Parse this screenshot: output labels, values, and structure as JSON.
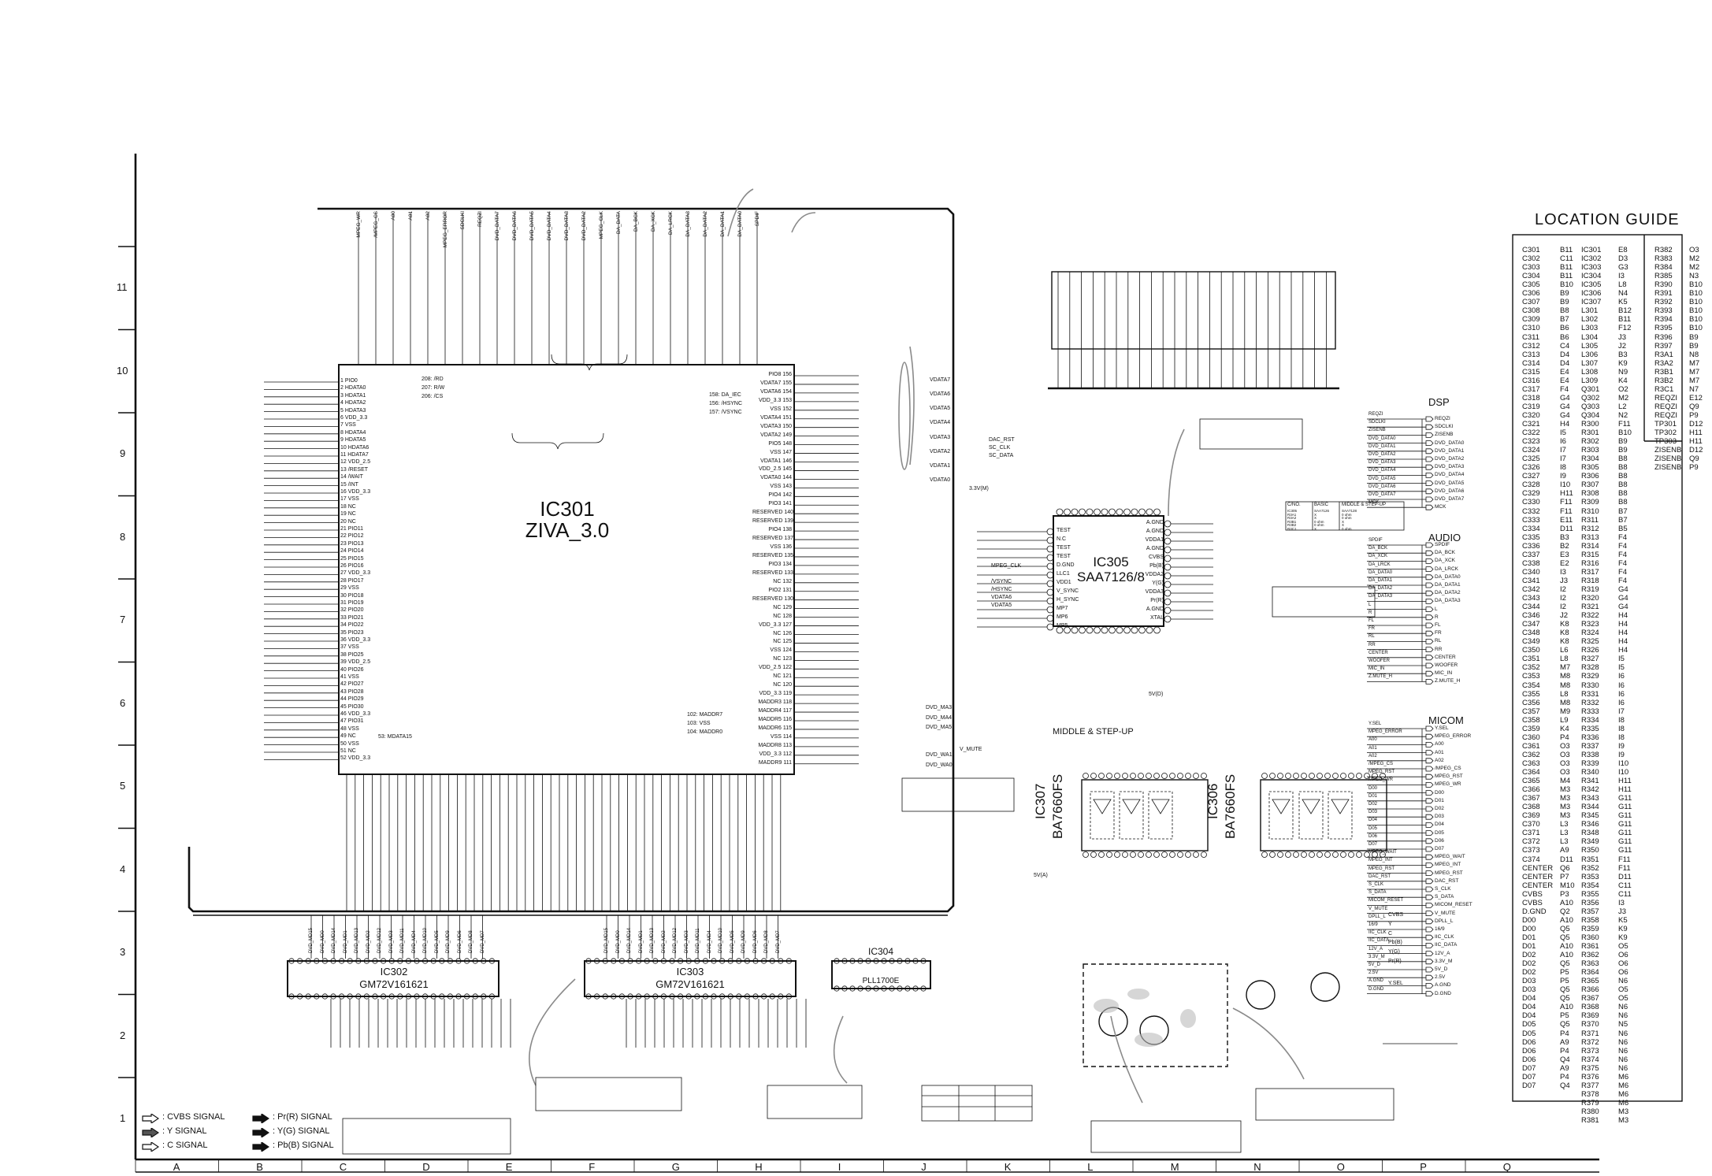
{
  "location_guide": {
    "title": "LOCATION GUIDE",
    "columns": [
      [
        [
          "C301",
          "B11"
        ],
        [
          "C302",
          "C11"
        ],
        [
          "C303",
          "B11"
        ],
        [
          "C304",
          "B11"
        ],
        [
          "C305",
          "B10"
        ],
        [
          "C306",
          "B9"
        ],
        [
          "C307",
          "B9"
        ],
        [
          "C308",
          "B8"
        ],
        [
          "C309",
          "B7"
        ],
        [
          "C310",
          "B6"
        ],
        [
          "C311",
          "B6"
        ],
        [
          "C312",
          "C4"
        ],
        [
          "C313",
          "D4"
        ],
        [
          "C314",
          "D4"
        ],
        [
          "C315",
          "E4"
        ],
        [
          "C316",
          "E4"
        ],
        [
          "C317",
          "F4"
        ],
        [
          "C318",
          "G4"
        ],
        [
          "C319",
          "G4"
        ],
        [
          "C320",
          "G4"
        ],
        [
          "C321",
          "H4"
        ],
        [
          "C322",
          "I5"
        ],
        [
          "C323",
          "I6"
        ],
        [
          "C324",
          "I7"
        ],
        [
          "C325",
          "I7"
        ],
        [
          "C326",
          "I8"
        ],
        [
          "C327",
          "I9"
        ],
        [
          "C328",
          "I10"
        ],
        [
          "C329",
          "H11"
        ],
        [
          "C330",
          "F11"
        ],
        [
          "C332",
          "F11"
        ],
        [
          "C333",
          "E11"
        ],
        [
          "C334",
          "D11"
        ],
        [
          "C335",
          "B3"
        ],
        [
          "C336",
          "B2"
        ],
        [
          "C337",
          "E3"
        ],
        [
          "C338",
          "E2"
        ],
        [
          "C340",
          "I3"
        ],
        [
          "C341",
          "J3"
        ],
        [
          "C342",
          "I2"
        ],
        [
          "C343",
          "I2"
        ],
        [
          "C344",
          "I2"
        ],
        [
          "C346",
          "J2"
        ],
        [
          "C347",
          "K8"
        ],
        [
          "C348",
          "K8"
        ],
        [
          "C349",
          "K8"
        ],
        [
          "C350",
          "L6"
        ],
        [
          "C351",
          "L8"
        ],
        [
          "C352",
          "M7"
        ],
        [
          "C353",
          "M8"
        ],
        [
          "C354",
          "M8"
        ],
        [
          "C355",
          "L8"
        ],
        [
          "C356",
          "M8"
        ],
        [
          "C357",
          "M9"
        ],
        [
          "C358",
          "L9"
        ],
        [
          "C359",
          "K4"
        ],
        [
          "C360",
          "P4"
        ],
        [
          "C361",
          "O3"
        ],
        [
          "C362",
          "O3"
        ],
        [
          "C363",
          "O3"
        ],
        [
          "C364",
          "O3"
        ],
        [
          "C365",
          "M4"
        ],
        [
          "C366",
          "M3"
        ],
        [
          "C367",
          "M3"
        ],
        [
          "C368",
          "M3"
        ],
        [
          "C369",
          "M3"
        ],
        [
          "C370",
          "L3"
        ],
        [
          "C371",
          "L3"
        ],
        [
          "C372",
          "L3"
        ],
        [
          "C373",
          "A9"
        ],
        [
          "C374",
          "D11"
        ],
        [
          "CENTER",
          "Q6"
        ],
        [
          "CENTER",
          "P7"
        ],
        [
          "CENTER",
          "M10"
        ],
        [
          "CVBS",
          "P3"
        ],
        [
          "CVBS",
          "A10"
        ],
        [
          "D.GND",
          "Q2"
        ],
        [
          "D00",
          "A10"
        ],
        [
          "D00",
          "Q5"
        ],
        [
          "D01",
          "Q5"
        ],
        [
          "D01",
          "A10"
        ],
        [
          "D02",
          "A10"
        ],
        [
          "D02",
          "Q5"
        ],
        [
          "D02",
          "P5"
        ],
        [
          "D03",
          "P5"
        ],
        [
          "D03",
          "Q5"
        ],
        [
          "D04",
          "Q5"
        ],
        [
          "D04",
          "A10"
        ],
        [
          "D04",
          "P5"
        ],
        [
          "D05",
          "Q5"
        ],
        [
          "D05",
          "P4"
        ],
        [
          "D06",
          "A9"
        ],
        [
          "D06",
          "P4"
        ],
        [
          "D06",
          "Q4"
        ],
        [
          "D07",
          "A9"
        ],
        [
          "D07",
          "P4"
        ],
        [
          "D07",
          "Q4"
        ]
      ],
      [
        [
          "IC301",
          "E8"
        ],
        [
          "IC302",
          "D3"
        ],
        [
          "IC303",
          "G3"
        ],
        [
          "IC304",
          "I3"
        ],
        [
          "IC305",
          "L8"
        ],
        [
          "IC306",
          "N4"
        ],
        [
          "IC307",
          "K5"
        ],
        [
          "L301",
          "B12"
        ],
        [
          "L302",
          "B11"
        ],
        [
          "L303",
          "F12"
        ],
        [
          "L304",
          "J3"
        ],
        [
          "L305",
          "J2"
        ],
        [
          "L306",
          "B3"
        ],
        [
          "L307",
          "K9"
        ],
        [
          "L308",
          "N9"
        ],
        [
          "L309",
          "K4"
        ],
        [
          "Q301",
          "O2"
        ],
        [
          "Q302",
          "M2"
        ],
        [
          "Q303",
          "L2"
        ],
        [
          "Q304",
          "N2"
        ],
        [
          "R300",
          "F11"
        ],
        [
          "R301",
          "B10"
        ],
        [
          "R302",
          "B9"
        ],
        [
          "R303",
          "B9"
        ],
        [
          "R304",
          "B8"
        ],
        [
          "R305",
          "B8"
        ],
        [
          "R306",
          "B8"
        ],
        [
          "R307",
          "B8"
        ],
        [
          "R308",
          "B8"
        ],
        [
          "R309",
          "B8"
        ],
        [
          "R310",
          "B7"
        ],
        [
          "R311",
          "B7"
        ],
        [
          "R312",
          "B5"
        ],
        [
          "R313",
          "F4"
        ],
        [
          "R314",
          "F4"
        ],
        [
          "R315",
          "F4"
        ],
        [
          "R316",
          "F4"
        ],
        [
          "R317",
          "F4"
        ],
        [
          "R318",
          "F4"
        ],
        [
          "R319",
          "G4"
        ],
        [
          "R320",
          "G4"
        ],
        [
          "R321",
          "G4"
        ],
        [
          "R322",
          "H4"
        ],
        [
          "R323",
          "H4"
        ],
        [
          "R324",
          "H4"
        ],
        [
          "R325",
          "H4"
        ],
        [
          "R326",
          "H4"
        ],
        [
          "R327",
          "I5"
        ],
        [
          "R328",
          "I5"
        ],
        [
          "R329",
          "I6"
        ],
        [
          "R330",
          "I6"
        ],
        [
          "R331",
          "I6"
        ],
        [
          "R332",
          "I6"
        ],
        [
          "R333",
          "I7"
        ],
        [
          "R334",
          "I8"
        ],
        [
          "R335",
          "I8"
        ],
        [
          "R336",
          "I8"
        ],
        [
          "R337",
          "I9"
        ],
        [
          "R338",
          "I9"
        ],
        [
          "R339",
          "I10"
        ],
        [
          "R340",
          "I10"
        ],
        [
          "R341",
          "H11"
        ],
        [
          "R342",
          "H11"
        ],
        [
          "R343",
          "G11"
        ],
        [
          "R344",
          "G11"
        ],
        [
          "R345",
          "G11"
        ],
        [
          "R346",
          "G11"
        ],
        [
          "R348",
          "G11"
        ],
        [
          "R349",
          "G11"
        ],
        [
          "R350",
          "G11"
        ],
        [
          "R351",
          "F11"
        ],
        [
          "R352",
          "F11"
        ],
        [
          "R353",
          "D11"
        ],
        [
          "R354",
          "C11"
        ],
        [
          "R355",
          "C11"
        ],
        [
          "R356",
          "I3"
        ],
        [
          "R357",
          "J3"
        ],
        [
          "R358",
          "K5"
        ],
        [
          "R359",
          "K9"
        ],
        [
          "R360",
          "K9"
        ],
        [
          "R361",
          "O5"
        ],
        [
          "R362",
          "O6"
        ],
        [
          "R363",
          "O6"
        ],
        [
          "R364",
          "O6"
        ],
        [
          "R365",
          "N6"
        ],
        [
          "R366",
          "O5"
        ],
        [
          "R367",
          "O5"
        ],
        [
          "R368",
          "N6"
        ],
        [
          "R369",
          "N6"
        ],
        [
          "R370",
          "N5"
        ],
        [
          "R371",
          "N6"
        ],
        [
          "R372",
          "N6"
        ],
        [
          "R373",
          "N6"
        ],
        [
          "R374",
          "N6"
        ],
        [
          "R375",
          "N6"
        ],
        [
          "R376",
          "M6"
        ],
        [
          "R377",
          "M6"
        ],
        [
          "R378",
          "M6"
        ],
        [
          "R379",
          "M6"
        ],
        [
          "R380",
          "M3"
        ],
        [
          "R381",
          "M3"
        ]
      ],
      [
        [
          "R382",
          "O3"
        ],
        [
          "R383",
          "M2"
        ],
        [
          "R384",
          "M2"
        ],
        [
          "R385",
          "N3"
        ],
        [
          "R390",
          "B10"
        ],
        [
          "R391",
          "B10"
        ],
        [
          "R392",
          "B10"
        ],
        [
          "R393",
          "B10"
        ],
        [
          "R394",
          "B10"
        ],
        [
          "R395",
          "B10"
        ],
        [
          "R396",
          "B9"
        ],
        [
          "R397",
          "B9"
        ],
        [
          "R3A1",
          "N8"
        ],
        [
          "R3A2",
          "M7"
        ],
        [
          "R3B1",
          "M7"
        ],
        [
          "R3B2",
          "M7"
        ],
        [
          "R3C1",
          "N7"
        ],
        [
          "REQZI",
          "E12"
        ],
        [
          "REQZI",
          "Q9"
        ],
        [
          "REQZI",
          "P9"
        ],
        [
          "TP301",
          "D12"
        ],
        [
          "TP302",
          "H11"
        ],
        [
          "TP303",
          "H11"
        ],
        [
          "ZISENB",
          "D12"
        ],
        [
          "ZISENB",
          "Q9"
        ],
        [
          "ZISENB",
          "P9"
        ]
      ]
    ]
  },
  "ics": {
    "ic301": {
      "ref": "IC301",
      "part": "ZIVA_3.0"
    },
    "ic302": {
      "ref": "IC302",
      "part": "GM72V161621"
    },
    "ic303": {
      "ref": "IC303",
      "part": "GM72V161621"
    },
    "ic304": {
      "ref": "IC304",
      "part": "PLL1700E"
    },
    "ic305": {
      "ref": "IC305",
      "part": "SAA7126/8"
    },
    "ic306": {
      "ref": "IC306",
      "part": "BA7660FS"
    },
    "ic307": {
      "ref": "IC307",
      "part": "BA7660FS"
    }
  },
  "connector_groups": {
    "dsp": {
      "title": "DSP",
      "pins": [
        "REQZI",
        "SDCLKI",
        "ZISENB",
        "DVD_DATA0",
        "DVD_DATA1",
        "DVD_DATA2",
        "DVD_DATA3",
        "DVD_DATA4",
        "DVD_DATA5",
        "DVD_DATA6",
        "DVD_DATA7",
        "MCK"
      ]
    },
    "audio": {
      "title": "AUDIO",
      "pins": [
        "SPDIF",
        "DA_BCK",
        "DA_XCK",
        "DA_LRCK",
        "DA_DATA0",
        "DA_DATA1",
        "DA_DATA2",
        "DA_DATA3",
        "L",
        "R",
        "FL",
        "FR",
        "RL",
        "RR",
        "CENTER",
        "WOOFER",
        "MIC_IN",
        "Z.MUTE_H"
      ]
    },
    "micom": {
      "title": "MICOM",
      "pins": [
        "Y.SEL",
        "MPEG_ERROR",
        "A00",
        "A01",
        "A02",
        "/MPEG_CS",
        "MPEG_RST",
        "MPEG_WR",
        "D00",
        "D01",
        "D02",
        "D03",
        "D04",
        "D05",
        "D06",
        "D07",
        "MPEG_WAIT",
        "MPEG_INT",
        "MPEG_RST",
        "DAC_RST",
        "S_CLK",
        "S_DATA",
        "MICOM_RESET",
        "V_MUTE",
        "DPLL_L",
        "16/9",
        "IIC_CLK",
        "IIC_DATA",
        "12V_A",
        "3.3V_M",
        "5V_D",
        "2.5V",
        "A.GND",
        "D.GND"
      ]
    }
  },
  "grid": {
    "columns": [
      "A",
      "B",
      "C",
      "D",
      "E",
      "F",
      "G",
      "H",
      "I",
      "J",
      "K",
      "L",
      "M",
      "N",
      "O",
      "P",
      "Q"
    ],
    "rows": [
      "11",
      "10",
      "9",
      "8",
      "7",
      "6",
      "5",
      "4",
      "3",
      "2",
      "1"
    ]
  },
  "signal_legend": [
    {
      "label": ": CVBS SIGNAL",
      "icon": "hollow-arrow-icon"
    },
    {
      "label": ": Y SIGNAL",
      "icon": "half-arrow-icon"
    },
    {
      "label": ": C SIGNAL",
      "icon": "split-arrow-icon"
    },
    {
      "label": ": Pr(R) SIGNAL",
      "icon": "solid-arrow-icon"
    },
    {
      "label": ": Y(G) SIGNAL",
      "icon": "solid-arrow-icon"
    },
    {
      "label": ": Pb(B) SIGNAL",
      "icon": "solid-arrow-icon"
    }
  ],
  "option_table": {
    "headers": [
      "C/NO.",
      "BASIC",
      "MIDDLE & STEP-UP"
    ],
    "rows": [
      [
        "IC305",
        "SAA7126",
        "SAA7128"
      ],
      [
        "R3A1",
        "X",
        "0 ohm"
      ],
      [
        "R3A2",
        "X",
        "0 ohm"
      ],
      [
        "R3B1",
        "0 ohm",
        "X"
      ],
      [
        "R3B2",
        "0 ohm",
        "X"
      ],
      [
        "R3C1",
        "X",
        "0 ohm"
      ]
    ]
  },
  "labels": {
    "middle_stepup": "MIDDLE & STEP-UP",
    "ic301_left_pins": [
      "PIO0",
      "HDATA0",
      "HDATA1",
      "HDATA2",
      "HDATA3",
      "VDD_3.3",
      "VSS",
      "HDATA4",
      "HDATA5",
      "HDATA6",
      "HDATA7",
      "VDD_2.5",
      "/RESET",
      "/WAIT",
      "/INT",
      "VDD_3.3",
      "VSS",
      "NC",
      "NC",
      "NC",
      "PIO11",
      "PIO12",
      "PIO13",
      "PIO14",
      "PIO15",
      "PIO16",
      "VDD_3.3",
      "PIO17",
      "VSS",
      "PIO18",
      "PIO19",
      "PIO20",
      "PIO21",
      "PIO22",
      "PIO23",
      "VDD_3.3",
      "VSS",
      "PIO25",
      "VDD_2.5",
      "PIO26",
      "VSS",
      "PIO27",
      "PIO28",
      "PIO29",
      "PIO30",
      "VDD_3.3",
      "PIO31",
      "VSS",
      "NC",
      "VSS",
      "NC",
      "VDD_3.3"
    ],
    "ic301_right_pins": [
      "PIO8",
      "VDATA7",
      "VDATA6",
      "VDD_3.3",
      "VSS",
      "VDATA4",
      "VDATA3",
      "VDATA2",
      "PIO5",
      "VSS",
      "VDATA1",
      "VDD_2.5",
      "VDATA0",
      "VSS",
      "PIO4",
      "PIO3",
      "RESERVED",
      "RESERVED",
      "PIO4",
      "RESERVED",
      "VSS",
      "RESERVED",
      "PIO3",
      "RESERVED",
      "NC",
      "PIO2",
      "RESERVED",
      "NC",
      "NC",
      "VDD_3.3",
      "NC",
      "NC",
      "VSS",
      "NC",
      "VDD_2.5",
      "NC",
      "NC",
      "VDD_3.3",
      "MADDR3",
      "MADDR4",
      "MADDR5",
      "MADDR6",
      "VSS",
      "MADDR8",
      "VDD_3.3",
      "MADDR9"
    ],
    "ic305_left_pins": [
      "TEST",
      "N.C",
      "TEST",
      "TEST",
      "D.GND",
      "LLC1",
      "VDD1",
      "V_SYNC",
      "H_SYNC",
      "MP7",
      "MP6",
      "MP5"
    ],
    "ic305_right_pins": [
      "A.GND",
      "A.GND",
      "VDDA1",
      "A.GND",
      "CVBS",
      "Pb(B)",
      "VDDA2",
      "Y(G)",
      "VDDA3",
      "Pr(R)",
      "A.GND",
      "XTAL"
    ],
    "net_labels": [
      "VDATA7",
      "VDATA6",
      "VDATA5",
      "VDATA4",
      "VDATA3",
      "VDATA2",
      "VDATA1",
      "VDATA0",
      "DAC_RST",
      "SC_CLK",
      "SC_DATA",
      "MPEG_CLK",
      "/VSYNC",
      "/HSYNC",
      "VDATA6",
      "VDATA5",
      "DVD_MA3",
      "DVD_MA4",
      "DVD_MA5",
      "DVD_WA1",
      "DVD_WA0",
      "V_MUTE",
      "3.3V(M)",
      "5V(A)",
      "5V(D)",
      "CVBS",
      "Y",
      "C",
      "Pb(B)",
      "Y(G)",
      "Pr(R)",
      "Y.SEL"
    ],
    "ic301_top_pins": [
      "MPEG_WR",
      "/MPEG_CS",
      "A00",
      "A01",
      "A02",
      "MPEG_ERROR",
      "SDCLKI",
      "REQZI",
      "DVD_DATA7",
      "DVD_DATA6",
      "DVD_DATA5",
      "DVD_DATA4",
      "DVD_DATA3",
      "DVD_DATA2",
      "MPEG_CLK",
      "DA_DATA",
      "DA_BCK",
      "DA_XCK",
      "DA_LRCK",
      "DA_DATA3",
      "DA_DATA2",
      "DA_DATA1",
      "DA_DATA0",
      "SPDIF"
    ],
    "dvd_bus": [
      "DVD_MD15",
      "DVD_MD0",
      "DVD_MD14",
      "DVD_MD1",
      "DVD_MD13",
      "DVD_MD2",
      "DVD_MD12",
      "DVD_MD3",
      "DVD_MD11",
      "DVD_MD4",
      "DVD_MD10",
      "DVD_MD5",
      "DVD_MD9",
      "DVD_MD6",
      "DVD_MD8",
      "DVD_MD7"
    ],
    "ic301_notes": [
      "208: /RD",
      "207: R/W",
      "206: /CS",
      "158: DA_IEC",
      "156: /HSYNC",
      "157: /VSYNC",
      "102: MADDR7",
      "103: VSS",
      "104: MADDR0",
      "53: MDATA15"
    ]
  }
}
